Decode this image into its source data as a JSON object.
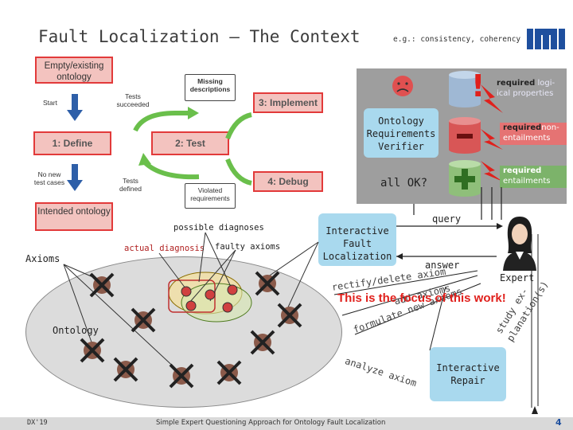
{
  "slide": {
    "title": "Fault Localization – The Context",
    "subtitle": "e.g.: consistency, coherency",
    "footer_left": "DX'19",
    "footer_mid": "Simple Expert Questioning Approach for Ontology Fault Localization",
    "page_number": "4"
  },
  "cycle": {
    "empty_ontology": "Empty/existing ontology",
    "start": "Start",
    "tests_succeeded": "Tests succeeded",
    "missing_descriptions": "Missing descriptions",
    "implement": "3: Implement",
    "define": "1: Define",
    "test": "2: Test",
    "no_new_test_cases": "No new test cases",
    "tests_defined": "Tests defined",
    "debug": "4: Debug",
    "violated_requirements": "Violated requirements",
    "intended_ontology": "Intended ontology"
  },
  "verifier": {
    "label": "Ontology Requirements Verifier",
    "all_ok": "all OK?",
    "required_logical": "required logi-ical properties",
    "required_logical_bold": "required",
    "required_logical_rest": "logi-ical properties",
    "required_non_bold": "required",
    "required_non_rest": "non-entailments",
    "required_ent_bold": "required",
    "required_ent_rest": "entailments"
  },
  "fault": {
    "possible_diagnoses": "possible diagnoses",
    "actual_diagnosis": "actual diagnosis",
    "faulty_axioms": "faulty axioms",
    "axioms": "Axioms",
    "ontology": "Ontology",
    "interactive_fault_localization": "Interactive Fault Localization",
    "query": "query",
    "answer": "answer",
    "expert": "Expert",
    "rectify_delete": "rectify/delete axiom",
    "add_axioms": "add axioms",
    "formulate": "formulate new axioms",
    "study": "study ex-",
    "planation": "planation(s)",
    "analyze": "analyze axiom",
    "focus": "This is the focus of this work!",
    "interactive_repair": "Interactive Repair"
  },
  "colors": {
    "red_box_fill": "#f3c3bf",
    "red_box_border": "#e23a3a",
    "gray_panel": "#9e9e9e",
    "light_blue": "#a9d9ee",
    "ontology_ellipse": "#dcdcdc",
    "focus_red": "#e0201c",
    "accent_blue": "#1e4f9e"
  }
}
